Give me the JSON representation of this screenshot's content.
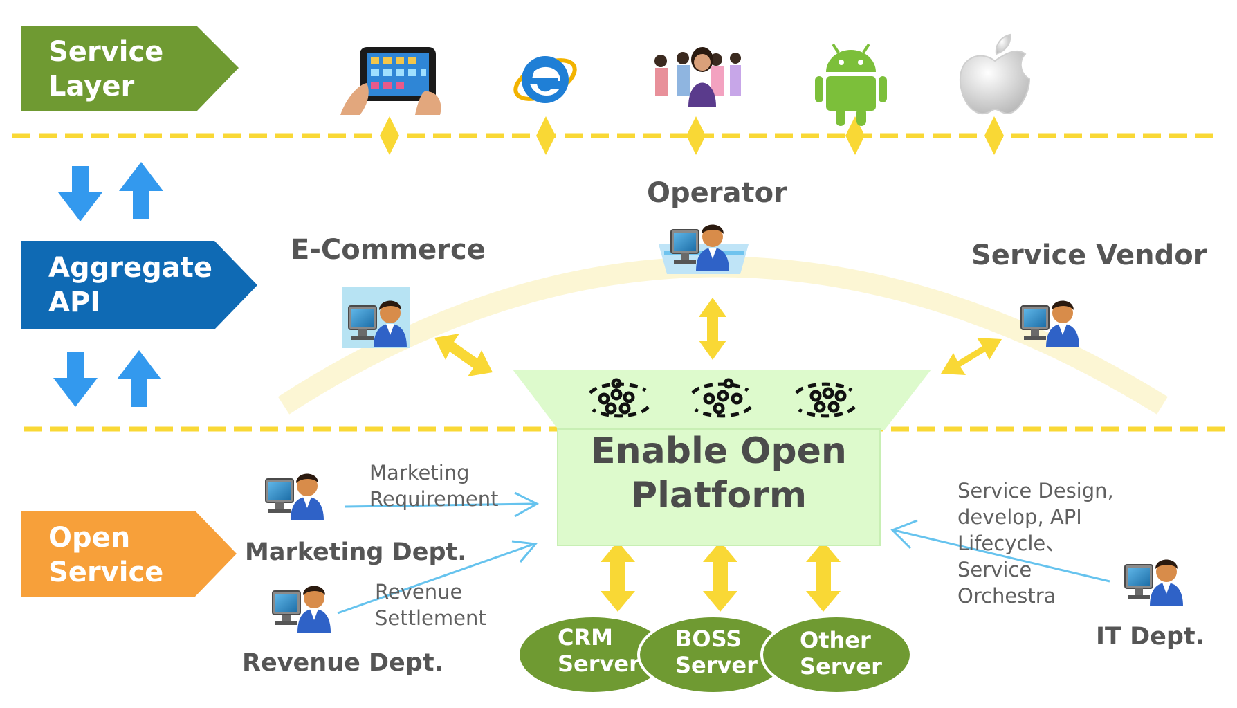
{
  "layers": {
    "service": {
      "line1": "Service",
      "line2": "Layer",
      "color": "#6f9a32"
    },
    "aggregate": {
      "line1": "Aggregate",
      "line2": "API",
      "color": "#0f6ab4"
    },
    "open": {
      "line1": "Open",
      "line2": "Service",
      "color": "#f7a03a"
    }
  },
  "roles": {
    "operator": "Operator",
    "ecommerce": "E-Commerce",
    "vendor": "Service Vendor",
    "marketing": "Marketing Dept.",
    "revenue": "Revenue Dept.",
    "it": "IT Dept."
  },
  "flows": {
    "marketing": {
      "line1": "Marketing",
      "line2": "Requirement"
    },
    "revenue": {
      "line1": "Revenue",
      "line2": "Settlement"
    },
    "it": {
      "line1": "Service Design,",
      "line2": "develop, API",
      "line3": "Lifecycle、",
      "line4": "Service",
      "line5": "Orchestra"
    }
  },
  "platform": {
    "line1": "Enable Open",
    "line2": "Platform",
    "fill": "#ddfacc"
  },
  "servers": [
    {
      "line1": "CRM",
      "line2": "Server"
    },
    {
      "line1": "BOSS",
      "line2": "Server"
    },
    {
      "line1": "Other",
      "line2": "Server"
    }
  ],
  "device_icons": [
    "tablet-icon",
    "internet-explorer-icon",
    "mobile-users-icon",
    "android-icon",
    "apple-icon"
  ],
  "colors": {
    "divider": "#f9d835",
    "arrow_blue": "#3399ee",
    "arrow_yellow": "#f9d835",
    "flow_line": "#66c3ee",
    "server_green": "#6f9a32"
  }
}
